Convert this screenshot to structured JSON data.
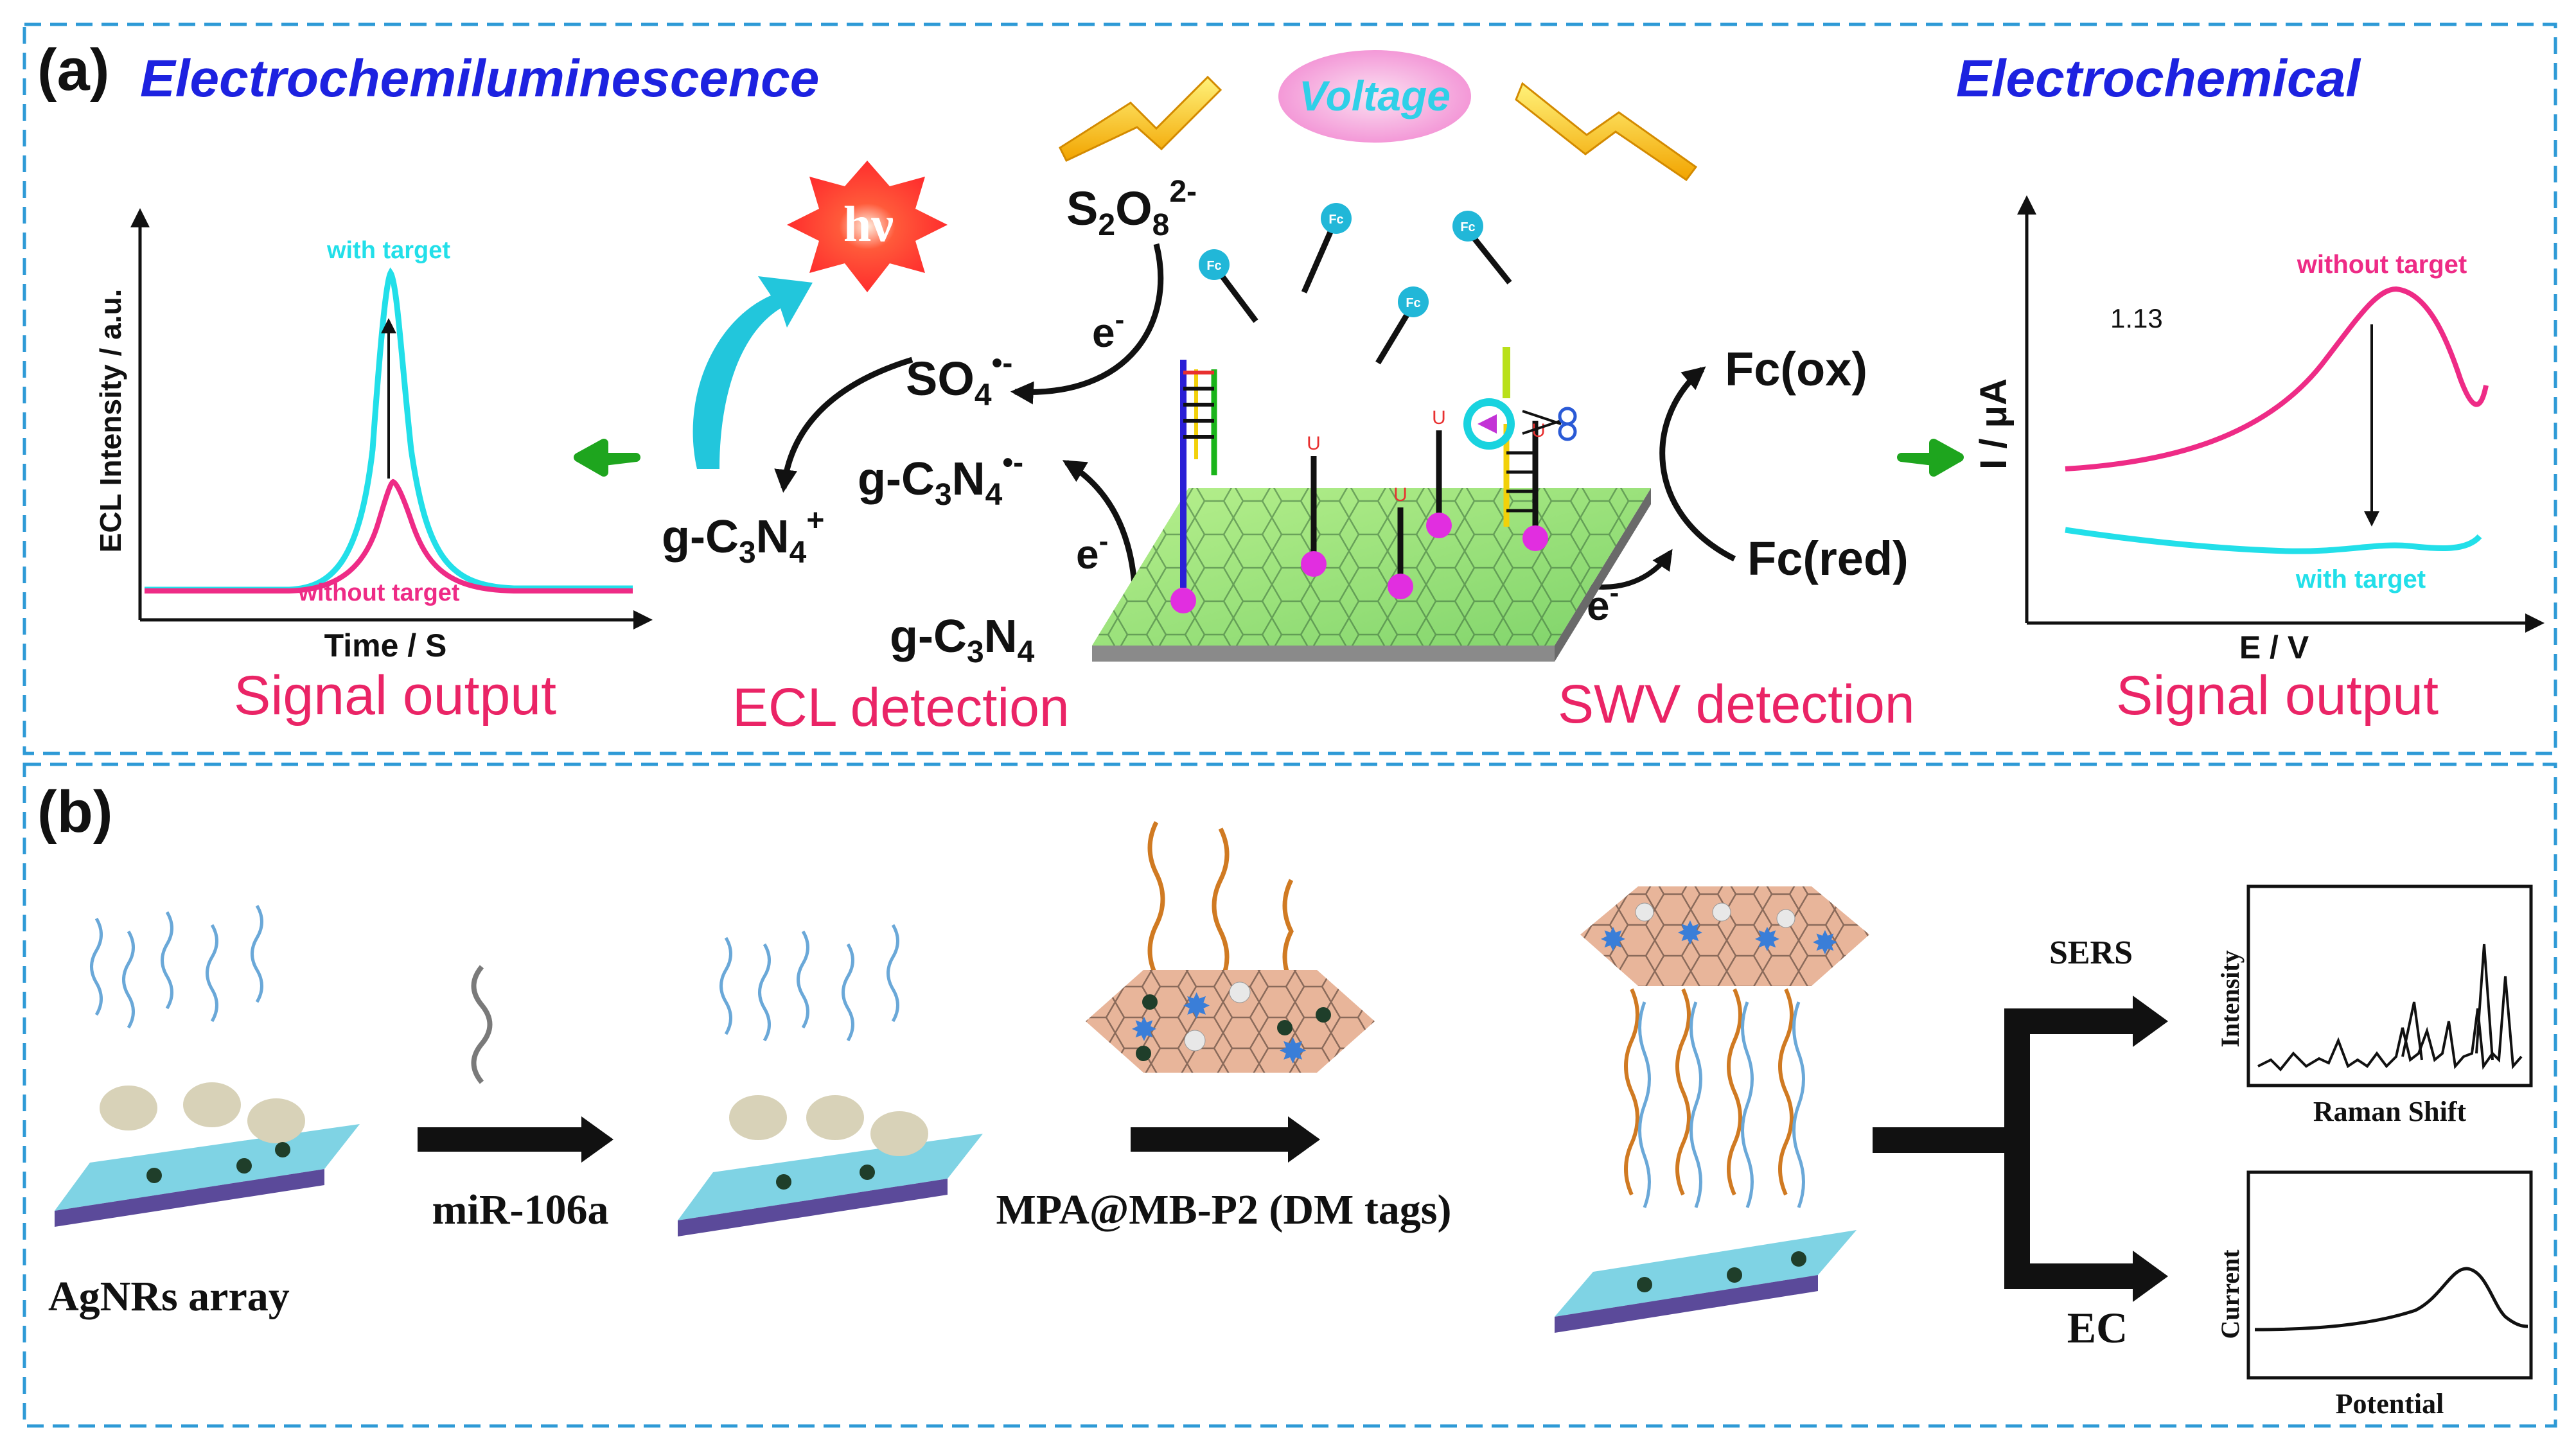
{
  "panel_a": {
    "label": "(a)",
    "title_left": "Electrochemiluminescence",
    "title_right": "Electrochemical",
    "voltage": "Voltage",
    "hv": "hν",
    "persulfate": "S2O8 2-",
    "so4_radical": "SO4•-",
    "gcn_anion": "g-C3N4•-",
    "gcn_cation": "g-C3N4+",
    "gcn": "g-C3N4",
    "electron": "e-",
    "fc_ox": "Fc(ox)",
    "fc_red": "Fc(red)",
    "fc_tag": "Fc",
    "ecl_detection": "ECL detection",
    "swv_detection": "SWV detection",
    "ecl_plot": {
      "ylabel": "ECL Intensity / a.u.",
      "xlabel": "Time / S",
      "with_target": "with target",
      "without_target": "without target",
      "output": "Signal output"
    },
    "swv_plot": {
      "ylabel": "I / μA",
      "xlabel": "E / V",
      "without_target": "without target",
      "with_target": "with target",
      "value": "1.13",
      "output": "Signal output"
    }
  },
  "panel_b": {
    "label": "(b)",
    "agnrs": "AgNRs array",
    "mir": "miR-106a",
    "dm_tags": "MPA@MB-P2 (DM tags)",
    "sers": "SERS",
    "ec": "EC",
    "sers_plot": {
      "ylabel": "Intensity",
      "xlabel": "Raman Shift"
    },
    "ec_plot": {
      "ylabel": "Current",
      "xlabel": "Potential"
    }
  },
  "colors": {
    "dashed_border": "#2e9ad6",
    "title_blue": "#1d22e0",
    "pink_text": "#ea2466",
    "cyan": "#19e3ee",
    "magenta": "#ec2b86",
    "green_arrow": "#1ea51e"
  }
}
